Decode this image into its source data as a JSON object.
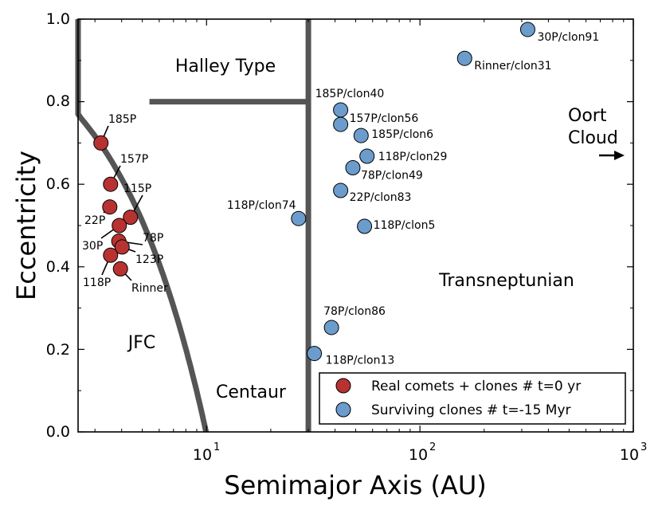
{
  "chart_data": {
    "type": "scatter",
    "xlabel": "Semimajor Axis (AU)",
    "ylabel": "Eccentricity",
    "xscale": "log",
    "xlim": [
      2.5,
      1000
    ],
    "ylim": [
      0.0,
      1.0
    ],
    "y_ticks": [
      "0.0",
      "0.2",
      "0.4",
      "0.6",
      "0.8",
      "1.0"
    ],
    "x_ticks": [
      {
        "value": 10,
        "base": "10",
        "exp": "1"
      },
      {
        "value": 100,
        "base": "10",
        "exp": "2"
      },
      {
        "value": 1000,
        "base": "10",
        "exp": "3"
      }
    ],
    "grid": false,
    "legend_position": "bottom-right",
    "series": [
      {
        "name": "Real comets + clones # t=0 yr",
        "color": "#b83232",
        "points": [
          {
            "label": "185P",
            "x": 3.2,
            "y": 0.7
          },
          {
            "label": "157P",
            "x": 3.55,
            "y": 0.6
          },
          {
            "label": "22P",
            "x": 3.52,
            "y": 0.545
          },
          {
            "label": "115P",
            "x": 4.4,
            "y": 0.52
          },
          {
            "label": "30P",
            "x": 3.9,
            "y": 0.5
          },
          {
            "label": "78P",
            "x": 3.88,
            "y": 0.462
          },
          {
            "label": "123P",
            "x": 4.02,
            "y": 0.448
          },
          {
            "label": "118P",
            "x": 3.55,
            "y": 0.428
          },
          {
            "label": "Rinner",
            "x": 3.95,
            "y": 0.395
          }
        ]
      },
      {
        "name": "Surviving clones # t=-15 Myr",
        "color": "#6b9ccc",
        "points": [
          {
            "label": "30P/clon91",
            "x": 320,
            "y": 0.975
          },
          {
            "label": "Rinner/clon31",
            "x": 162,
            "y": 0.905
          },
          {
            "label": "185P/clon40",
            "x": 42.5,
            "y": 0.78
          },
          {
            "label": "157P/clon56",
            "x": 42.5,
            "y": 0.745
          },
          {
            "label": "185P/clon6",
            "x": 53,
            "y": 0.718
          },
          {
            "label": "118P/clon29",
            "x": 56.5,
            "y": 0.668
          },
          {
            "label": "78P/clon49",
            "x": 48.5,
            "y": 0.64
          },
          {
            "label": "22P/clon83",
            "x": 42.5,
            "y": 0.585
          },
          {
            "label": "118P/clon74",
            "x": 27,
            "y": 0.517
          },
          {
            "label": "118P/clon5",
            "x": 55,
            "y": 0.498
          },
          {
            "label": "78P/clon86",
            "x": 38.5,
            "y": 0.253
          },
          {
            "label": "118P/clon13",
            "x": 32,
            "y": 0.19
          }
        ]
      }
    ],
    "regions": {
      "halley": "Halley Type",
      "oort_line1": "Oort",
      "oort_line2": "Cloud",
      "transneptunian": "Transneptunian",
      "jfc": "JFC",
      "centaur": "Centaur"
    },
    "boundary_color": "#555555"
  }
}
